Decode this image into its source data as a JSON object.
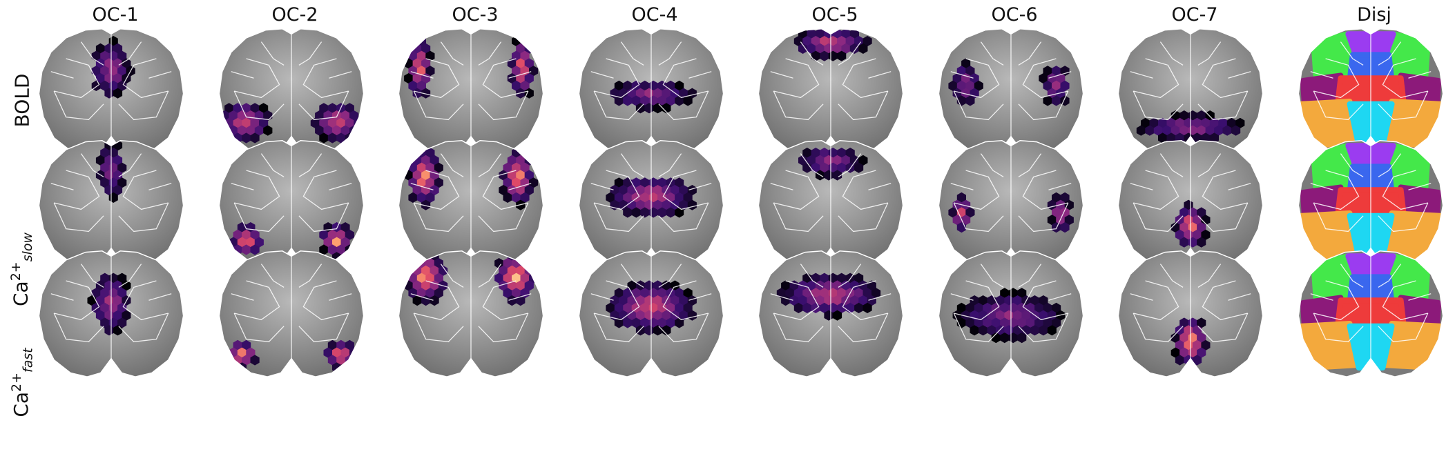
{
  "columns": [
    "OC-1",
    "OC-2",
    "OC-3",
    "OC-4",
    "OC-5",
    "OC-6",
    "OC-7",
    "Disj"
  ],
  "rows": [
    {
      "key": "bold",
      "label": "BOLD",
      "base": "",
      "sup": "",
      "sub": ""
    },
    {
      "key": "ca_slow",
      "label": "",
      "base": "Ca",
      "sup": "2+",
      "sub": "slow"
    },
    {
      "key": "ca_fast",
      "label": "",
      "base": "Ca",
      "sup": "2+",
      "sub": "fast"
    }
  ],
  "panel_maps": {
    "bold": [
      [
        {
          "c": [
            0.5,
            0.33
          ],
          "r": [
            0.13,
            0.22
          ],
          "v": 0.6
        }
      ],
      [
        {
          "c": [
            0.19,
            0.74
          ],
          "r": [
            0.17,
            0.16
          ],
          "v": 0.75
        },
        {
          "c": [
            0.81,
            0.74
          ],
          "r": [
            0.17,
            0.16
          ],
          "v": 0.75
        }
      ],
      [
        {
          "c": [
            0.16,
            0.32
          ],
          "r": [
            0.08,
            0.25
          ],
          "v": 0.85
        },
        {
          "c": [
            0.84,
            0.32
          ],
          "r": [
            0.08,
            0.25
          ],
          "v": 0.85
        }
      ],
      [
        {
          "c": [
            0.5,
            0.53
          ],
          "r": [
            0.28,
            0.11
          ],
          "v": 0.55
        }
      ],
      [
        {
          "c": [
            0.5,
            0.13
          ],
          "r": [
            0.25,
            0.11
          ],
          "v": 0.75
        }
      ],
      [
        {
          "c": [
            0.2,
            0.45
          ],
          "r": [
            0.09,
            0.17
          ],
          "v": 0.55
        },
        {
          "c": [
            0.8,
            0.45
          ],
          "r": [
            0.09,
            0.17
          ],
          "v": 0.55
        }
      ],
      [
        {
          "c": [
            0.5,
            0.78
          ],
          "r": [
            0.36,
            0.1
          ],
          "v": 0.55
        }
      ]
    ],
    "ca_slow": [
      [
        {
          "c": [
            0.5,
            0.25
          ],
          "r": [
            0.09,
            0.22
          ],
          "v": 0.5
        }
      ],
      [
        {
          "c": [
            0.2,
            0.79
          ],
          "r": [
            0.11,
            0.13
          ],
          "v": 0.95
        },
        {
          "c": [
            0.8,
            0.79
          ],
          "r": [
            0.11,
            0.13
          ],
          "v": 0.95
        }
      ],
      [
        {
          "c": [
            0.19,
            0.3
          ],
          "r": [
            0.11,
            0.23
          ],
          "v": 0.95
        },
        {
          "c": [
            0.81,
            0.3
          ],
          "r": [
            0.11,
            0.23
          ],
          "v": 0.95
        }
      ],
      [
        {
          "c": [
            0.5,
            0.45
          ],
          "r": [
            0.3,
            0.16
          ],
          "v": 0.7
        }
      ],
      [
        {
          "c": [
            0.5,
            0.18
          ],
          "r": [
            0.22,
            0.12
          ],
          "v": 0.55
        }
      ],
      [
        {
          "c": [
            0.17,
            0.58
          ],
          "r": [
            0.07,
            0.15
          ],
          "v": 0.75
        },
        {
          "c": [
            0.83,
            0.58
          ],
          "r": [
            0.07,
            0.15
          ],
          "v": 0.75
        }
      ],
      [
        {
          "c": [
            0.5,
            0.68
          ],
          "r": [
            0.11,
            0.17
          ],
          "v": 0.9
        }
      ]
    ],
    "ca_fast": [
      [
        {
          "c": [
            0.5,
            0.42
          ],
          "r": [
            0.13,
            0.24
          ],
          "v": 0.6
        }
      ],
      [
        {
          "c": [
            0.17,
            0.82
          ],
          "r": [
            0.11,
            0.11
          ],
          "v": 0.95
        },
        {
          "c": [
            0.83,
            0.82
          ],
          "r": [
            0.11,
            0.11
          ],
          "v": 0.95
        }
      ],
      [
        {
          "c": [
            0.2,
            0.22
          ],
          "r": [
            0.14,
            0.2
          ],
          "v": 1.0
        },
        {
          "c": [
            0.8,
            0.22
          ],
          "r": [
            0.14,
            0.2
          ],
          "v": 1.0
        }
      ],
      [
        {
          "c": [
            0.5,
            0.45
          ],
          "r": [
            0.3,
            0.2
          ],
          "v": 0.75
        }
      ],
      [
        {
          "c": [
            0.5,
            0.36
          ],
          "r": [
            0.34,
            0.16
          ],
          "v": 0.7
        }
      ],
      [
        {
          "c": [
            0.5,
            0.52
          ],
          "r": [
            0.36,
            0.18
          ],
          "v": 0.5
        }
      ],
      [
        {
          "c": [
            0.5,
            0.72
          ],
          "r": [
            0.11,
            0.2
          ],
          "v": 1.0
        }
      ]
    ]
  },
  "parcellation": [
    {
      "color": "#44e84a",
      "polys": [
        [
          [
            0.12,
            0.12
          ],
          [
            0.35,
            0.06
          ],
          [
            0.36,
            0.36
          ],
          [
            0.14,
            0.45
          ]
        ],
        [
          [
            0.88,
            0.12
          ],
          [
            0.65,
            0.06
          ],
          [
            0.64,
            0.36
          ],
          [
            0.86,
            0.45
          ]
        ]
      ]
    },
    {
      "color": "#9b3cf0",
      "polys": [
        [
          [
            0.35,
            0.06
          ],
          [
            0.65,
            0.06
          ],
          [
            0.6,
            0.22
          ],
          [
            0.4,
            0.22
          ]
        ]
      ]
    },
    {
      "color": "#3a67ee",
      "polys": [
        [
          [
            0.38,
            0.22
          ],
          [
            0.62,
            0.22
          ],
          [
            0.64,
            0.42
          ],
          [
            0.36,
            0.42
          ]
        ]
      ]
    },
    {
      "color": "#8c1a7a",
      "polys": [
        [
          [
            0.05,
            0.42
          ],
          [
            0.3,
            0.38
          ],
          [
            0.3,
            0.58
          ],
          [
            0.06,
            0.62
          ]
        ],
        [
          [
            0.95,
            0.42
          ],
          [
            0.7,
            0.38
          ],
          [
            0.7,
            0.58
          ],
          [
            0.94,
            0.62
          ]
        ]
      ]
    },
    {
      "color": "#ee3b3b",
      "polys": [
        [
          [
            0.3,
            0.4
          ],
          [
            0.7,
            0.4
          ],
          [
            0.72,
            0.6
          ],
          [
            0.28,
            0.6
          ]
        ]
      ]
    },
    {
      "color": "#f3a93d",
      "polys": [
        [
          [
            0.04,
            0.6
          ],
          [
            0.36,
            0.58
          ],
          [
            0.4,
            0.9
          ],
          [
            0.1,
            0.92
          ]
        ],
        [
          [
            0.96,
            0.6
          ],
          [
            0.64,
            0.58
          ],
          [
            0.6,
            0.9
          ],
          [
            0.9,
            0.92
          ]
        ]
      ]
    },
    {
      "color": "#1ed7f2",
      "polys": [
        [
          [
            0.36,
            0.6
          ],
          [
            0.64,
            0.6
          ],
          [
            0.58,
            0.92
          ],
          [
            0.42,
            0.92
          ]
        ]
      ]
    }
  ]
}
